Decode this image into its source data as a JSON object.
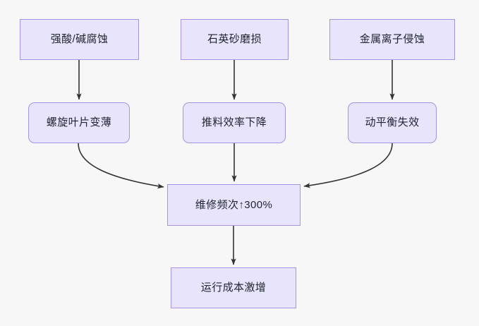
{
  "diagram": {
    "type": "flowchart",
    "direction": "top-to-bottom",
    "background_color": "#f7f7f7",
    "node_fill_color": "#e8e4fb",
    "node_border_color": "#a893e0",
    "node_text_color": "#1f2430",
    "edge_color": "#333333",
    "nodes": [
      {
        "id": "strong-acid-alkali-corrosion",
        "label": "强酸/碱腐蚀",
        "shape": "rectangle",
        "row": 1,
        "column": 1
      },
      {
        "id": "quartz-sand-abrasion",
        "label": "石英砂磨损",
        "shape": "rectangle",
        "row": 1,
        "column": 2
      },
      {
        "id": "metal-ion-erosion",
        "label": "金属离子侵蚀",
        "shape": "rectangle",
        "row": 1,
        "column": 3
      },
      {
        "id": "spiral-blade-thinning",
        "label": "螺旋叶片变薄",
        "shape": "rounded-rectangle",
        "row": 2,
        "column": 1
      },
      {
        "id": "feeding-efficiency-drop",
        "label": "推料效率下降",
        "shape": "rounded-rectangle",
        "row": 2,
        "column": 2
      },
      {
        "id": "dynamic-balance-failure",
        "label": "动平衡失效",
        "shape": "rounded-rectangle",
        "row": 2,
        "column": 3
      },
      {
        "id": "maintenance-frequency",
        "label": "维修频次↑300%",
        "shape": "rectangle",
        "row": 3,
        "column": 2
      },
      {
        "id": "operating-cost-surge",
        "label": "运行成本激增",
        "shape": "rectangle",
        "row": 4,
        "column": 2
      }
    ],
    "edges": [
      {
        "from": "strong-acid-alkali-corrosion",
        "to": "spiral-blade-thinning",
        "style": "straight",
        "arrow": "end"
      },
      {
        "from": "quartz-sand-abrasion",
        "to": "feeding-efficiency-drop",
        "style": "straight",
        "arrow": "end"
      },
      {
        "from": "metal-ion-erosion",
        "to": "dynamic-balance-failure",
        "style": "straight",
        "arrow": "end"
      },
      {
        "from": "spiral-blade-thinning",
        "to": "maintenance-frequency",
        "style": "curved",
        "arrow": "end"
      },
      {
        "from": "feeding-efficiency-drop",
        "to": "maintenance-frequency",
        "style": "straight",
        "arrow": "end"
      },
      {
        "from": "dynamic-balance-failure",
        "to": "maintenance-frequency",
        "style": "curved",
        "arrow": "end"
      },
      {
        "from": "maintenance-frequency",
        "to": "operating-cost-surge",
        "style": "straight",
        "arrow": "end"
      }
    ]
  }
}
